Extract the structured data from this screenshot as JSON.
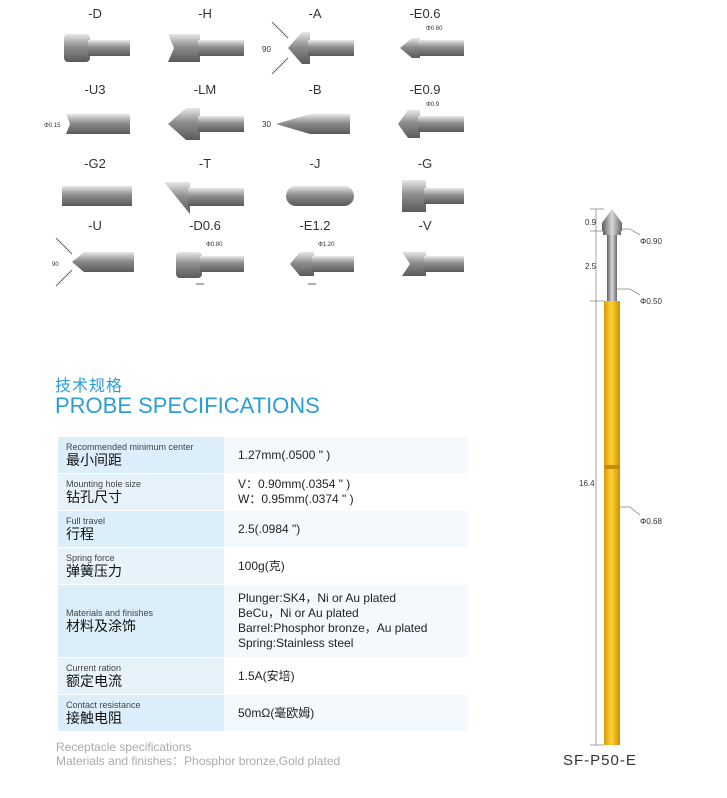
{
  "tips": [
    {
      "id": "d",
      "label": "-D"
    },
    {
      "id": "h",
      "label": "-H"
    },
    {
      "id": "a",
      "label": "-A",
      "angle": "90"
    },
    {
      "id": "e06",
      "label": "-E0.6",
      "note": "Φ0.60"
    },
    {
      "id": "u3",
      "label": "-U3",
      "note": "Φ0.15"
    },
    {
      "id": "lm",
      "label": "-LM"
    },
    {
      "id": "b",
      "label": "-B",
      "angle": "30"
    },
    {
      "id": "e09",
      "label": "-E0.9",
      "note": "Φ0.9"
    },
    {
      "id": "g2",
      "label": "-G2"
    },
    {
      "id": "t",
      "label": "-T"
    },
    {
      "id": "j",
      "label": "-J"
    },
    {
      "id": "g",
      "label": "-G"
    },
    {
      "id": "u",
      "label": "-U",
      "angle": "90"
    },
    {
      "id": "d06",
      "label": "-D0.6",
      "note": "Φ0.80"
    },
    {
      "id": "e12",
      "label": "-E1.2",
      "note": "Φ1.20"
    },
    {
      "id": "v",
      "label": "-V"
    }
  ],
  "section": {
    "title_cn": "技术规格",
    "title_en": "PROBE SPECIFICATIONS"
  },
  "specs": [
    {
      "en": "Recommended minimum center",
      "cn": "最小间距",
      "values": [
        "1.27mm(.0500 \" )"
      ]
    },
    {
      "en": "Mounting hole size",
      "cn": "钻孔尺寸",
      "values": [
        "V：0.90mm(.0354 \" )",
        "W：0.95mm(.0374 \" )"
      ]
    },
    {
      "en": "Full travel",
      "cn": "行程",
      "values": [
        "2.5(.0984 \")"
      ]
    },
    {
      "en": "Spring force",
      "cn": "弹簧压力",
      "values": [
        "100g(克)"
      ]
    },
    {
      "en": "Materials and finishes",
      "cn": "材料及涂饰",
      "values": [
        "Plunger:SK4，Ni or Au plated",
        "BeCu，Ni or Au plated",
        "Barrel:Phosphor bronze，Au plated",
        "Spring:Stainless steel"
      ]
    },
    {
      "en": "Current ration",
      "cn": "额定电流",
      "values": [
        "1.5A(安培)"
      ]
    },
    {
      "en": "Contact resistance",
      "cn": "接触电阻",
      "values": [
        "50mΩ(毫欧姆)"
      ]
    }
  ],
  "receptacle": {
    "line1": "Receptacle specifications",
    "line2": "Materials and finishes：Phosphor bronze,Gold plated"
  },
  "probe": {
    "model": "SF-P50-E",
    "dim_tip": "0.9",
    "dim_travel": "2.5",
    "dim_total": "16.4",
    "dia_head": "Φ0.90",
    "dia_plunger": "Φ0.50",
    "dia_barrel": "Φ0.68",
    "colors": {
      "barrel": "#f2b100",
      "metal": "#9a9a9a"
    }
  }
}
